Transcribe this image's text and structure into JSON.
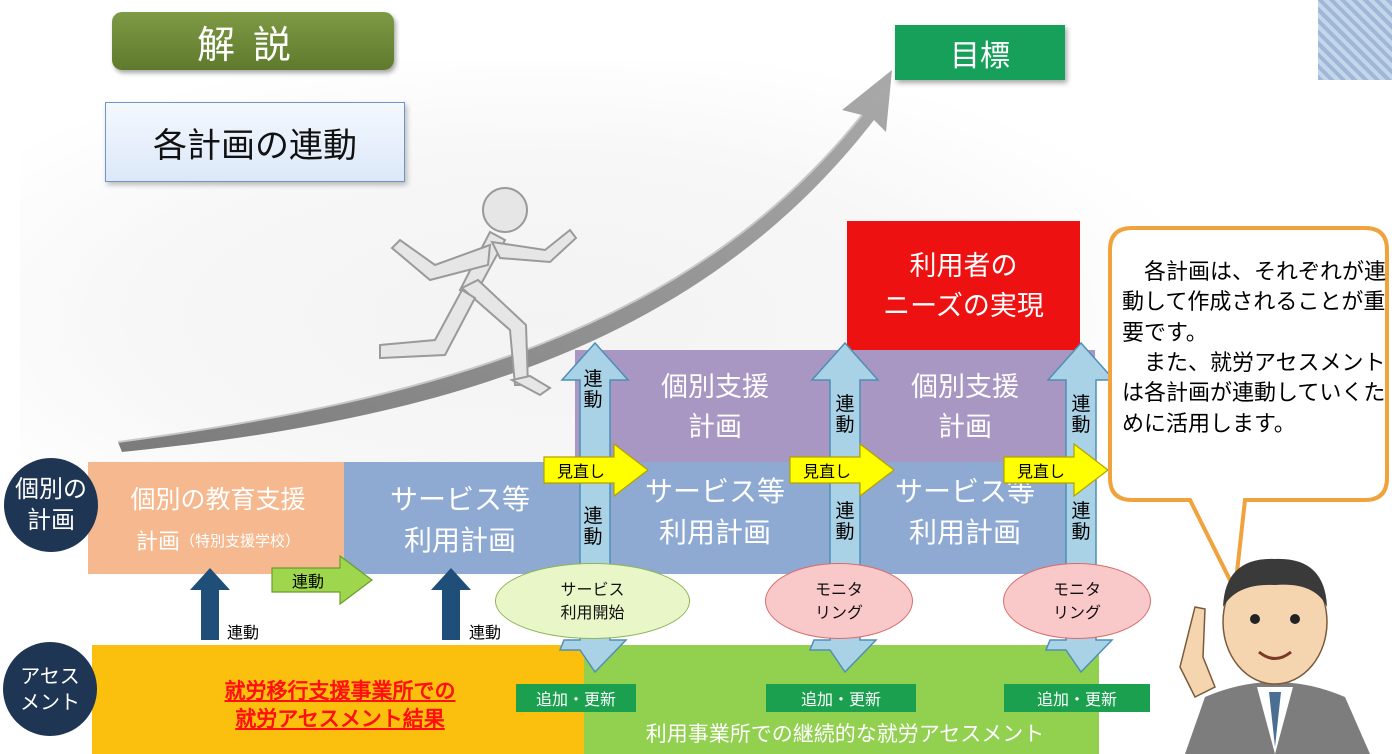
{
  "title": "解説",
  "goal": "目標",
  "subtitle": "各計画の連動",
  "needs": "利用者の\nニーズの実現",
  "individual_support_plan": "個別支援\n計画",
  "education_plan_main": "個別の教育支援",
  "education_plan_sub_main": "計画",
  "education_plan_sub_note": "（特別支援学校）",
  "service_plan": "サービス等\n利用計画",
  "row_label_plan": "個別の\n計画",
  "row_label_assessment": "アセス\nメント",
  "link_vertical": "連\n動",
  "link_label": "連動",
  "review_label": "見直し",
  "service_start": "サービス\n利用開始",
  "monitoring": "モニタ\nリング",
  "add_update": "追加・更新",
  "assessment_result": "就労移行支援事業所での\n就労アセスメント結果",
  "continuous_assessment": "利用事業所での継続的な就労アセスメント",
  "speech": "　各計画は、それぞれが連動して作成されることが重要です。\n　また、就労アセスメントは各計画が連動していくために活用します。",
  "colors": {
    "title_bg": "#6a8636",
    "goal_bg": "#16a05a",
    "needs_bg": "#ee1111",
    "individual_plan_bg": "#a897c2",
    "service_plan_bg": "#8ea9d2",
    "education_plan_bg": "#f6b98f",
    "assessment_left_bg": "#fbbf0e",
    "assessment_right_bg": "#92d050",
    "update_tag_bg": "#1aa04e",
    "row_label_bg": "#1e3554",
    "review_arrow": "#ffff00",
    "link_arrow": "#9ed64e",
    "up_arrow": "#1f4e79",
    "double_arrow": "#a9d2e6"
  },
  "icons": [
    "growth-arrow-icon",
    "runner-figure-icon",
    "teacher-icon"
  ]
}
